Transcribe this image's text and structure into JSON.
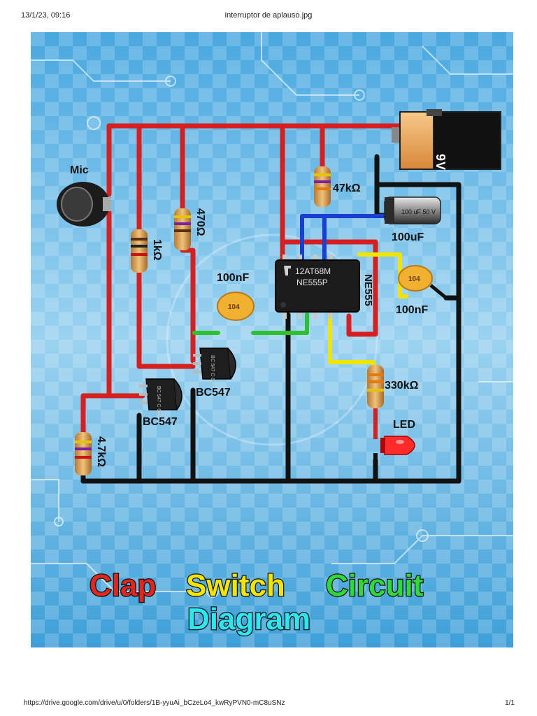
{
  "print_header": {
    "datetime": "13/1/23, 09:16",
    "title": "interruptor de aplauso.jpg"
  },
  "print_footer": {
    "url": "https://drive.google.com/drive/u/0/folders/1B-yyuAi_bCzeLo4_kwRyPVN0-mC8uSNz",
    "page": "1/1"
  },
  "diagram": {
    "labels": {
      "mic": "Mic",
      "r_1k": "1kΩ",
      "r_470": "470Ω",
      "r_47k": "47kΩ",
      "cap_100nf_left": "100nF",
      "cap_100nf_right": "100nF",
      "cap_100uf": "100uF",
      "ic_name": "NE555",
      "q_upper": "BC547",
      "q_lower": "BC547",
      "r_330k": "330kΩ",
      "led": "LED",
      "r_4k7": "4.7kΩ",
      "battery": "9V"
    },
    "markings": {
      "ic_line1": "12AT68M",
      "ic_line2": "NE555P",
      "cap_code_left": "104",
      "cap_code_right": "104",
      "elcap_marking": "100 uF 50 V",
      "transistor_marking": "BC 547 C 608"
    },
    "title": {
      "word1": "Clap",
      "word2": "Switch",
      "word3": "Circuit",
      "word4": "Diagram"
    },
    "colors": {
      "wire_positive": "#d62020",
      "wire_ground": "#111111",
      "wire_blue": "#1a3fd0",
      "wire_yellow": "#f1e400",
      "wire_green": "#2dc22d",
      "title_clap": "#e0261d",
      "title_switch": "#f4e400",
      "title_circuit": "#2fd93a",
      "title_diagram": "#2ee6ee",
      "background": "#5bb4e6"
    }
  }
}
